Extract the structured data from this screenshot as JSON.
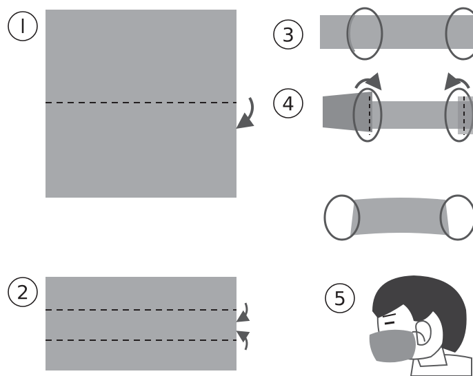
{
  "colors": {
    "cloth": "#a7a9ac",
    "cloth_dark": "#8c8e91",
    "outline": "#58595b",
    "ink": "#231f20",
    "hair": "#414042",
    "skin": "#ffffff",
    "mask": "#939598"
  },
  "steps": {
    "s1": {
      "label": "l"
    },
    "s2": {
      "label": "2"
    },
    "s3": {
      "label": "3"
    },
    "s4": {
      "label": "4"
    },
    "s5": {
      "label": "5"
    }
  }
}
